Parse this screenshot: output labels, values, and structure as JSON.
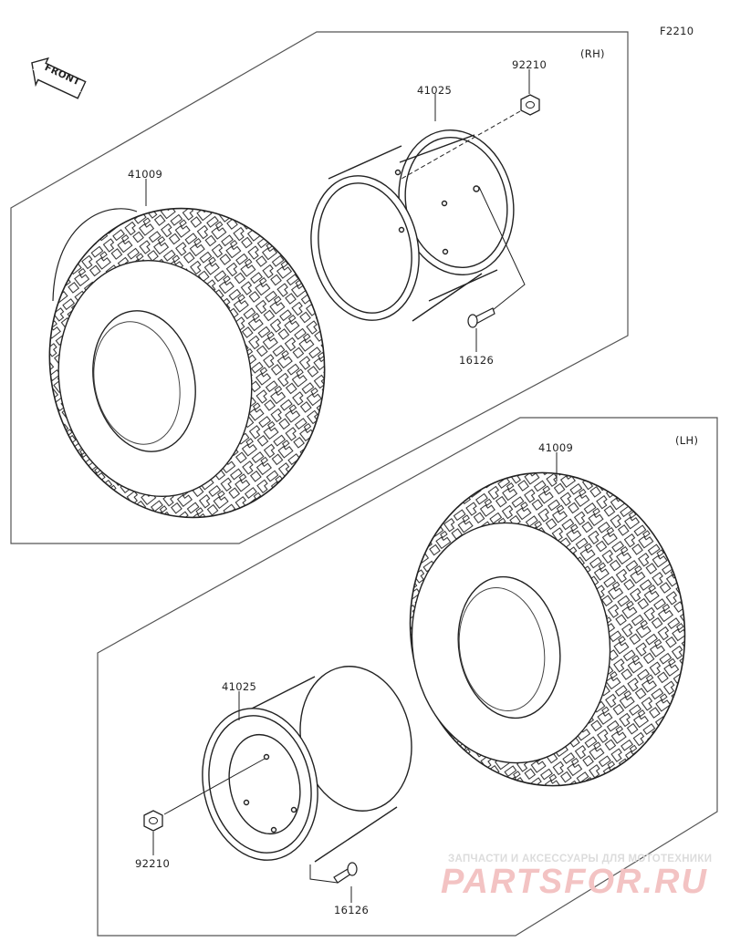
{
  "figure_code": "F2210",
  "front_label": "FRONT",
  "rh": {
    "side_label": "(RH)",
    "tire_part": "41009",
    "wheel_part": "41025",
    "nut_part": "92210",
    "valve_part": "16126"
  },
  "lh": {
    "side_label": "(LH)",
    "tire_part": "41009",
    "wheel_part": "41025",
    "nut_part": "92210",
    "valve_part": "16126"
  },
  "watermark": {
    "line1": "ЗАПЧАСТИ И АКСЕССУАРЫ ДЛЯ МОТОТЕХНИКИ",
    "line2": "PARTSFOR.RU"
  }
}
